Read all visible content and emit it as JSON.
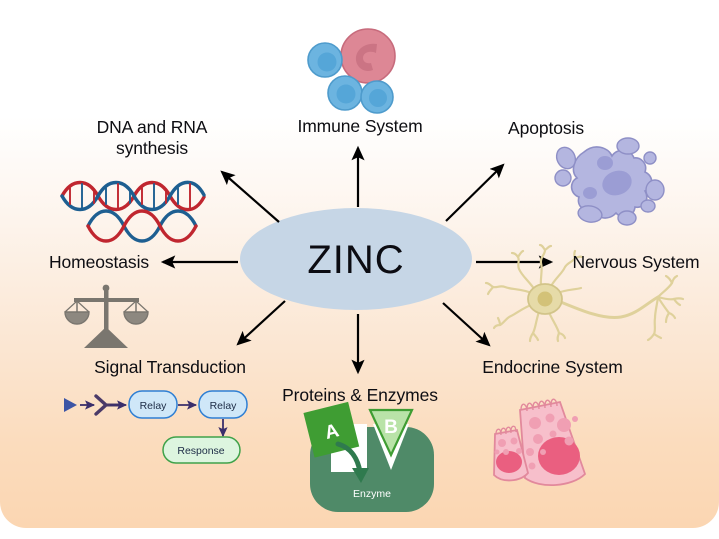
{
  "diagram": {
    "title": "ZINC",
    "center_label": "ZINC",
    "background": {
      "top_color": "#ffffff",
      "bottom_color": "#fbd6b2"
    },
    "center_node": {
      "label": "ZINC",
      "shape": "ellipse",
      "fill": "#c6d6e6",
      "text_color": "#0c0c12"
    },
    "branches": [
      {
        "id": "dna-rna-synthesis",
        "label": "DNA and RNA\nsynthesis",
        "icon": "dna-helix-icon",
        "arrow_direction": "up-left",
        "position": "top-left"
      },
      {
        "id": "immune-system",
        "label": "Immune System",
        "icon": "immune-cells-icon",
        "arrow_direction": "up",
        "position": "top-center"
      },
      {
        "id": "apoptosis",
        "label": "Apoptosis",
        "icon": "apoptotic-cell-icon",
        "arrow_direction": "up-right",
        "position": "top-right"
      },
      {
        "id": "homeostasis",
        "label": "Homeostasis",
        "icon": "balance-scale-icon",
        "arrow_direction": "left",
        "position": "middle-left"
      },
      {
        "id": "nervous-system",
        "label": "Nervous System",
        "icon": "neuron-icon",
        "arrow_direction": "right",
        "position": "middle-right"
      },
      {
        "id": "signal-transduction",
        "label": "Signal Transduction",
        "icon": "signal-cascade-icon",
        "arrow_direction": "down-left",
        "position": "bottom-left"
      },
      {
        "id": "proteins-enzymes",
        "label": "Proteins & Enzymes",
        "icon": "enzyme-substrate-icon",
        "arrow_direction": "down",
        "position": "bottom-center"
      },
      {
        "id": "endocrine-system",
        "label": "Endocrine System",
        "icon": "secretory-cells-icon",
        "arrow_direction": "down-right",
        "position": "bottom-right"
      }
    ],
    "signal_cascade": {
      "nodes": [
        {
          "label": "Relay",
          "fill": "#cfe7f8",
          "stroke": "#2e7fd4"
        },
        {
          "label": "Relay",
          "fill": "#cfe7f8",
          "stroke": "#2e7fd4"
        },
        {
          "label": "Response",
          "fill": "#ddf5df",
          "stroke": "#3fa24a"
        }
      ],
      "ligand_color": "#3c55a5",
      "receptor_color": "#4a3a68",
      "arrow_color": "#3a2e6b"
    },
    "enzyme_icon": {
      "substrate_a": "A",
      "substrate_b": "B",
      "enzyme_label": "Enzyme",
      "enzyme_fill": "#4f8a68",
      "substrate_a_fill": "#3f9d33",
      "substrate_b_fill": "#b9e3a8"
    },
    "colors": {
      "arrow": "#000000",
      "label_text": "#0d0d12",
      "zinc_fill": "#c6d6e6",
      "dna_red": "#c0262f",
      "dna_blue": "#1e5f91",
      "immune_blue": "#6cb4e0",
      "immune_pink": "#dd8795",
      "apoptosis_purple": "#b4b6e0",
      "neuron_tan": "#e6dba8",
      "endocrine_pink": "#f5aebb",
      "scale_gray": "#7a766f"
    }
  }
}
